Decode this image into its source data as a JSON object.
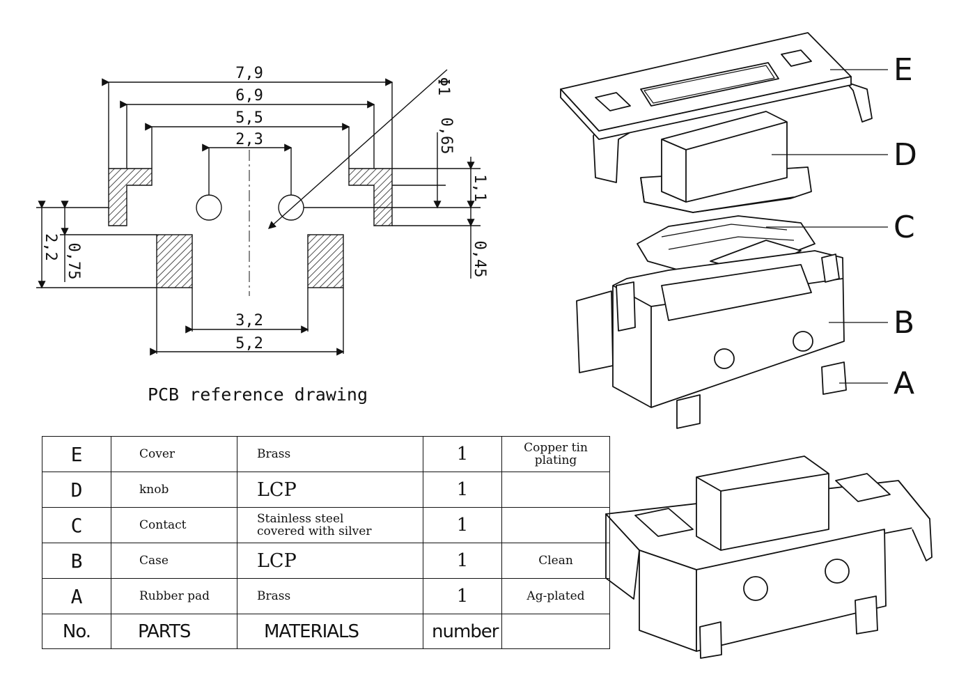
{
  "pcb_drawing": {
    "caption": "PCB reference drawing",
    "dimensions": {
      "d_7_9": "7,9",
      "d_6_9": "6,9",
      "d_5_5": "5,5",
      "d_2_3": "2,3",
      "d_3_2": "3,2",
      "d_5_2": "5,2",
      "d_2_2": "2,2",
      "d_0_75": "0,75",
      "d_0_65": "0,65",
      "d_1_1": "1,1",
      "d_0_45": "0,45",
      "d_hole": "Φ1"
    }
  },
  "exploded_view": {
    "labels": [
      "E",
      "D",
      "C",
      "B",
      "A"
    ]
  },
  "parts_table": {
    "header": {
      "no": "No.",
      "part": "PARTS",
      "material": "MATERIALS",
      "number": "number",
      "note": ""
    },
    "rows": [
      {
        "no": "E",
        "part": "Cover",
        "material": "Brass",
        "number": "1",
        "note_line1": "Copper tin",
        "note_line2": "plating"
      },
      {
        "no": "D",
        "part": "knob",
        "material": "LCP",
        "number": "1",
        "note_line1": "",
        "note_line2": ""
      },
      {
        "no": "C",
        "part": "Contact",
        "material_line1": "Stainless steel",
        "material_line2": "covered  with silver",
        "number": "1",
        "note_line1": "",
        "note_line2": ""
      },
      {
        "no": "B",
        "part": "Case",
        "material": "LCP",
        "number": "1",
        "note_line1": "Clean",
        "note_line2": ""
      },
      {
        "no": "A",
        "part": "Rubber pad",
        "material": "Brass",
        "number": "1",
        "note_line1": "Ag-plated",
        "note_line2": ""
      }
    ]
  }
}
